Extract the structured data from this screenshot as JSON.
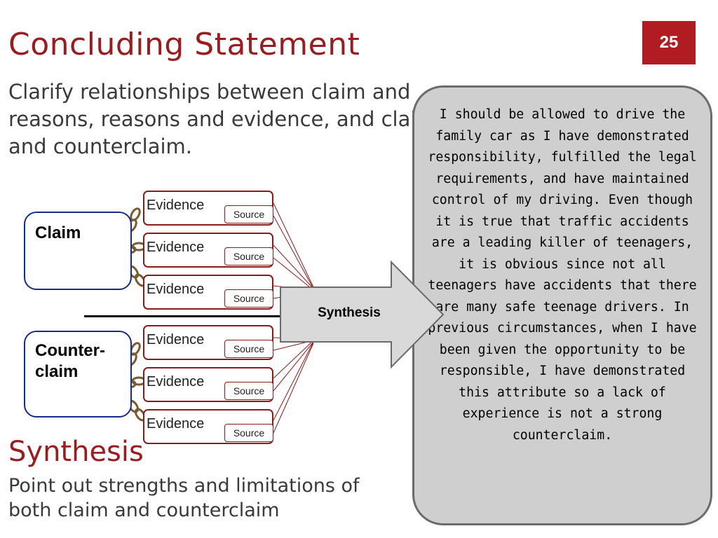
{
  "slide": {
    "title": "Concluding Statement",
    "page_number": "25",
    "subtitle": "Clarify relationships between claim and reasons, reasons and evidence, and claim and counterclaim.",
    "synthesis_heading": "Synthesis",
    "synthesis_description": "Point out strengths and limitations of both claim and counterclaim"
  },
  "diagram": {
    "claim_label": "Claim",
    "counterclaim_label_line1": "Counter-",
    "counterclaim_label_line2": "claim",
    "evidence_label": "Evidence",
    "source_label": "Source",
    "arrow_label": "Synthesis"
  },
  "example_paragraph": "I should be allowed to drive the family car as I have demonstrated responsibility, fulfilled the legal requirements, and have maintained control of my driving.  Even though it is true that traffic accidents are a leading killer of teenagers, it is obvious since not all teenagers have accidents that there are many safe teenage drivers. In previous circumstances, when I have been given the opportunity to be responsible, I have demonstrated this attribute so a lack of experience is not a strong counterclaim.",
  "colors": {
    "accent": "#9b1b1f",
    "node_border": "#1a2a8c",
    "evidence_border": "#8b1a1a",
    "callout_fill": "#cfcfcf",
    "arrow_fill": "#d9d9d9"
  }
}
